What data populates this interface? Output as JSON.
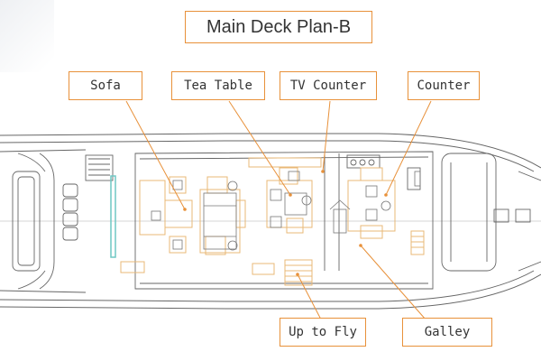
{
  "title": "Main Deck Plan-B",
  "labels": {
    "sofa": "Sofa",
    "tea_table": "Tea Table",
    "tv_counter": "TV Counter",
    "counter": "Counter",
    "up_to_fly": "Up to Fly",
    "galley": "Galley"
  },
  "colors": {
    "accent": "#e8913a",
    "drawing": "#555555",
    "furniture": "#e9b877",
    "glass": "#6fc7c4"
  }
}
